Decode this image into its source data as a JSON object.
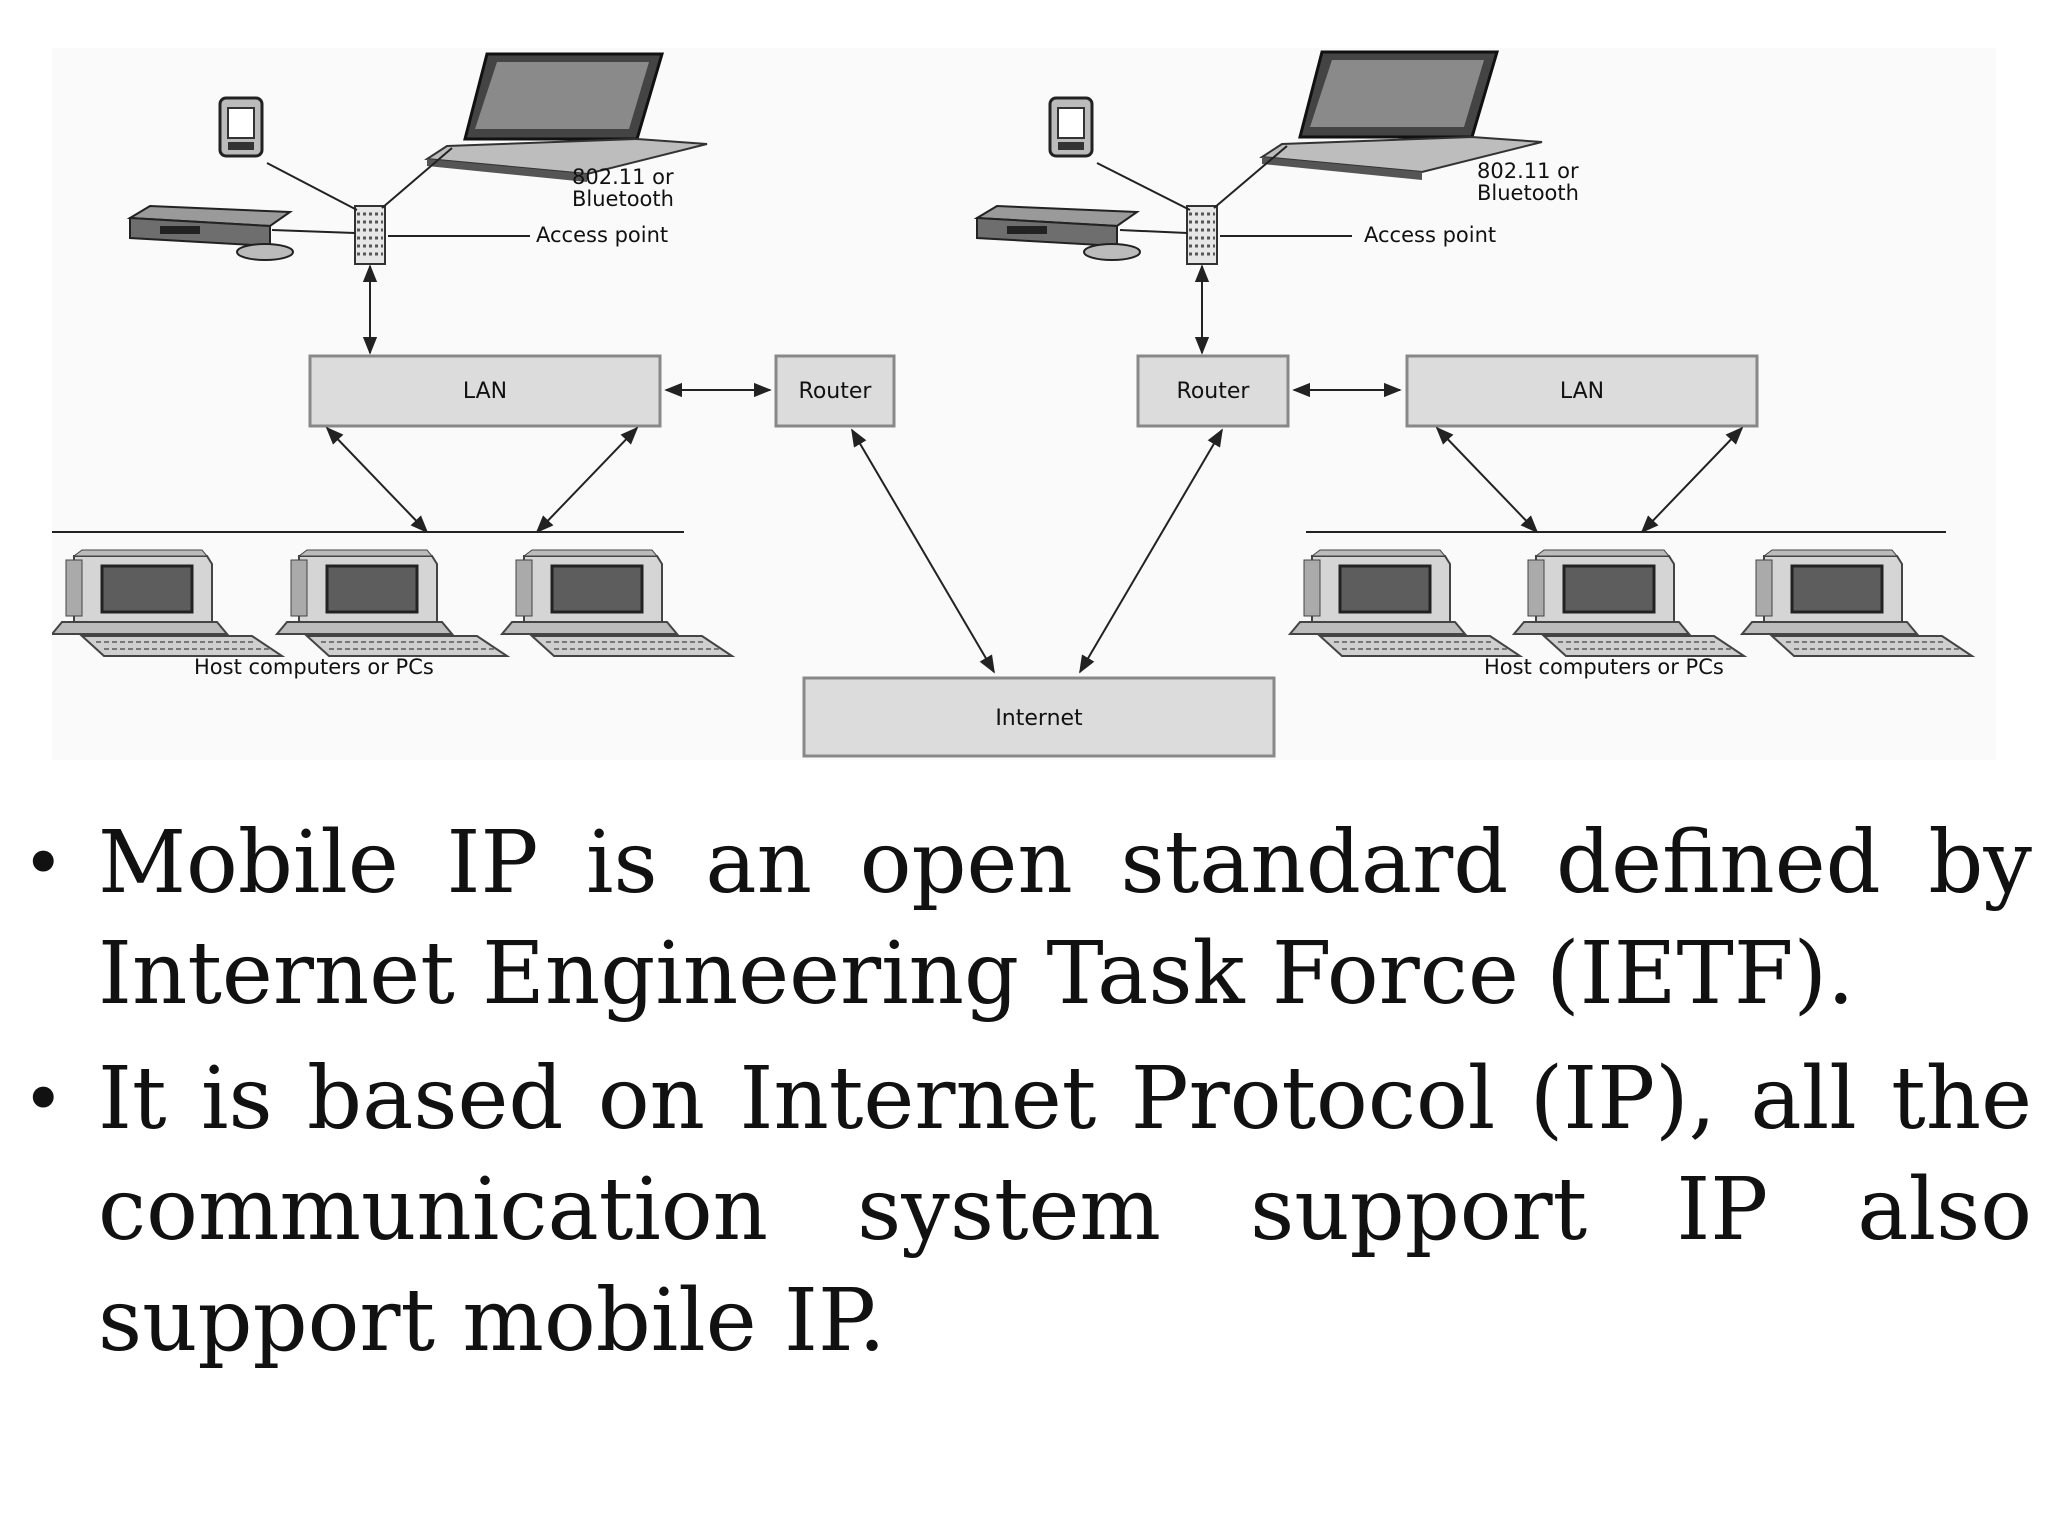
{
  "diagram": {
    "left_site": {
      "wireless_label_line1": "802.11 or",
      "wireless_label_line2": "Bluetooth",
      "access_point_label": "Access point",
      "lan_label": "LAN",
      "router_label": "Router",
      "hosts_label": "Host computers or PCs"
    },
    "right_site": {
      "wireless_label_line1": "802.11 or",
      "wireless_label_line2": "Bluetooth",
      "access_point_label": "Access point",
      "lan_label": "LAN",
      "router_label": "Router",
      "hosts_label": "Host computers or PCs"
    },
    "internet_label": "Internet"
  },
  "bullets": [
    {
      "marker": "•",
      "text": "Mobile IP is an open standard defined by Internet Engineering Task Force (IETF)."
    },
    {
      "marker": "•",
      "text": "It is based on Internet Protocol (IP), all the communication system support IP also support mobile IP."
    }
  ]
}
